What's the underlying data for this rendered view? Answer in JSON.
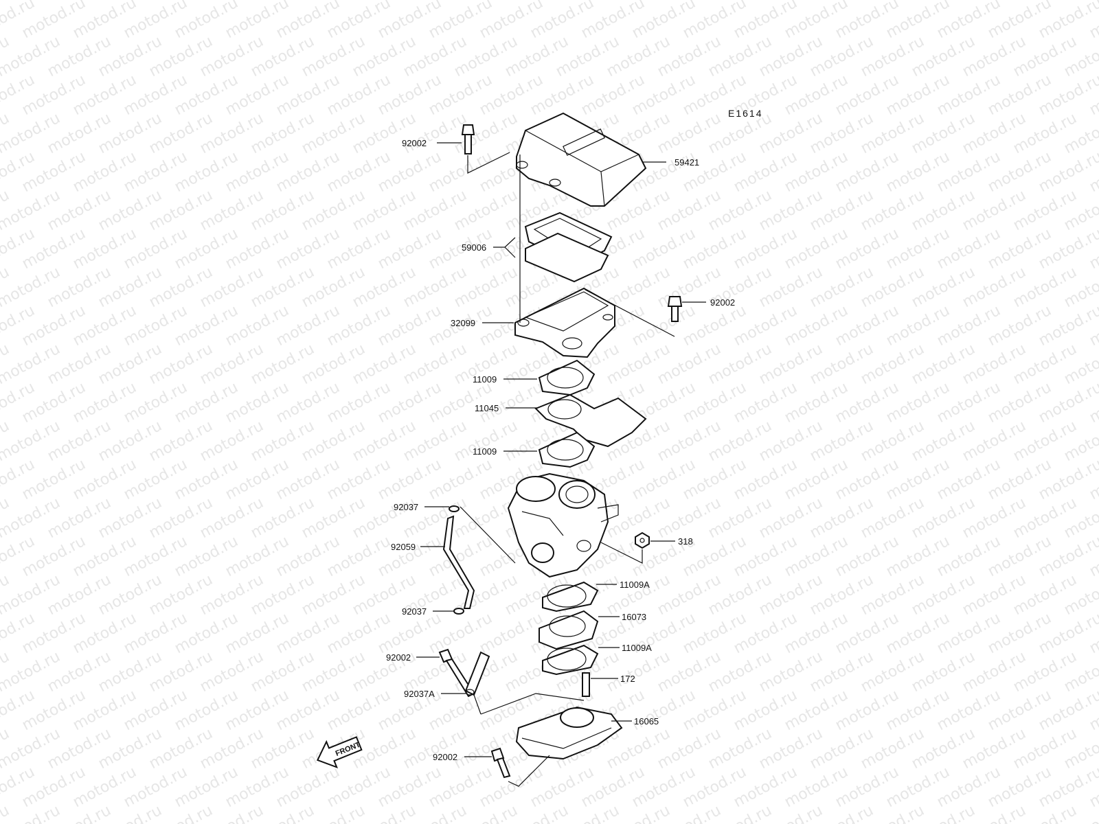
{
  "watermark": {
    "text": "motod.ru"
  },
  "diagram": {
    "code": "E1614",
    "front_label": "FRONT"
  },
  "callouts": [
    {
      "id": "92002",
      "text": "92002"
    },
    {
      "id": "59421",
      "text": "59421"
    },
    {
      "id": "59006",
      "text": "59006"
    },
    {
      "id": "92002b",
      "text": "92002"
    },
    {
      "id": "32099",
      "text": "32099"
    },
    {
      "id": "11009",
      "text": "11009"
    },
    {
      "id": "11045",
      "text": "11045"
    },
    {
      "id": "11009b",
      "text": "11009"
    },
    {
      "id": "92037",
      "text": "92037"
    },
    {
      "id": "92059",
      "text": "92059"
    },
    {
      "id": "318",
      "text": "318"
    },
    {
      "id": "11009A",
      "text": "11009A"
    },
    {
      "id": "92037b",
      "text": "92037"
    },
    {
      "id": "16073",
      "text": "16073"
    },
    {
      "id": "11009Ab",
      "text": "11009A"
    },
    {
      "id": "92002c",
      "text": "92002"
    },
    {
      "id": "172",
      "text": "172"
    },
    {
      "id": "92037A",
      "text": "92037A"
    },
    {
      "id": "16065",
      "text": "16065"
    },
    {
      "id": "92002d",
      "text": "92002"
    }
  ]
}
